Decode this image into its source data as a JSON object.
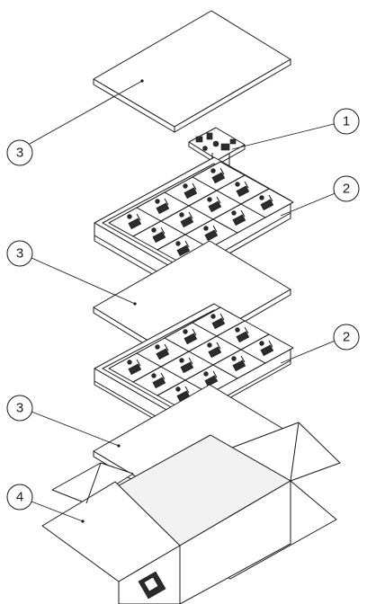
{
  "callouts": [
    {
      "id": "c1",
      "label": "1"
    },
    {
      "id": "c2a",
      "label": "2"
    },
    {
      "id": "c2b",
      "label": "2"
    },
    {
      "id": "c3a",
      "label": "3"
    },
    {
      "id": "c3b",
      "label": "3"
    },
    {
      "id": "c3c",
      "label": "3"
    },
    {
      "id": "c4",
      "label": "4"
    }
  ]
}
